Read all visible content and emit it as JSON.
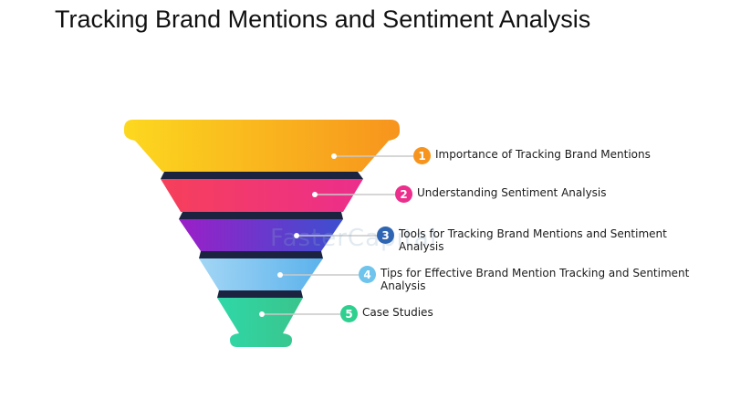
{
  "title": "Tracking Brand Mentions and Sentiment Analysis",
  "watermark": "FasterCapital",
  "items": [
    {
      "number": "1",
      "text": "Importance of Tracking Brand Mentions",
      "color": "#f7941d"
    },
    {
      "number": "2",
      "text": "Understanding Sentiment Analysis",
      "color": "#ec2e8c"
    },
    {
      "number": "3",
      "text": "Tools for Tracking Brand Mentions and Sentiment Analysis",
      "color": "#2f66b3"
    },
    {
      "number": "4",
      "text": "Tips for Effective Brand Mention Tracking and Sentiment Analysis",
      "color": "#6ec4ec"
    },
    {
      "number": "5",
      "text": "Case Studies",
      "color": "#2fcf8f"
    }
  ]
}
